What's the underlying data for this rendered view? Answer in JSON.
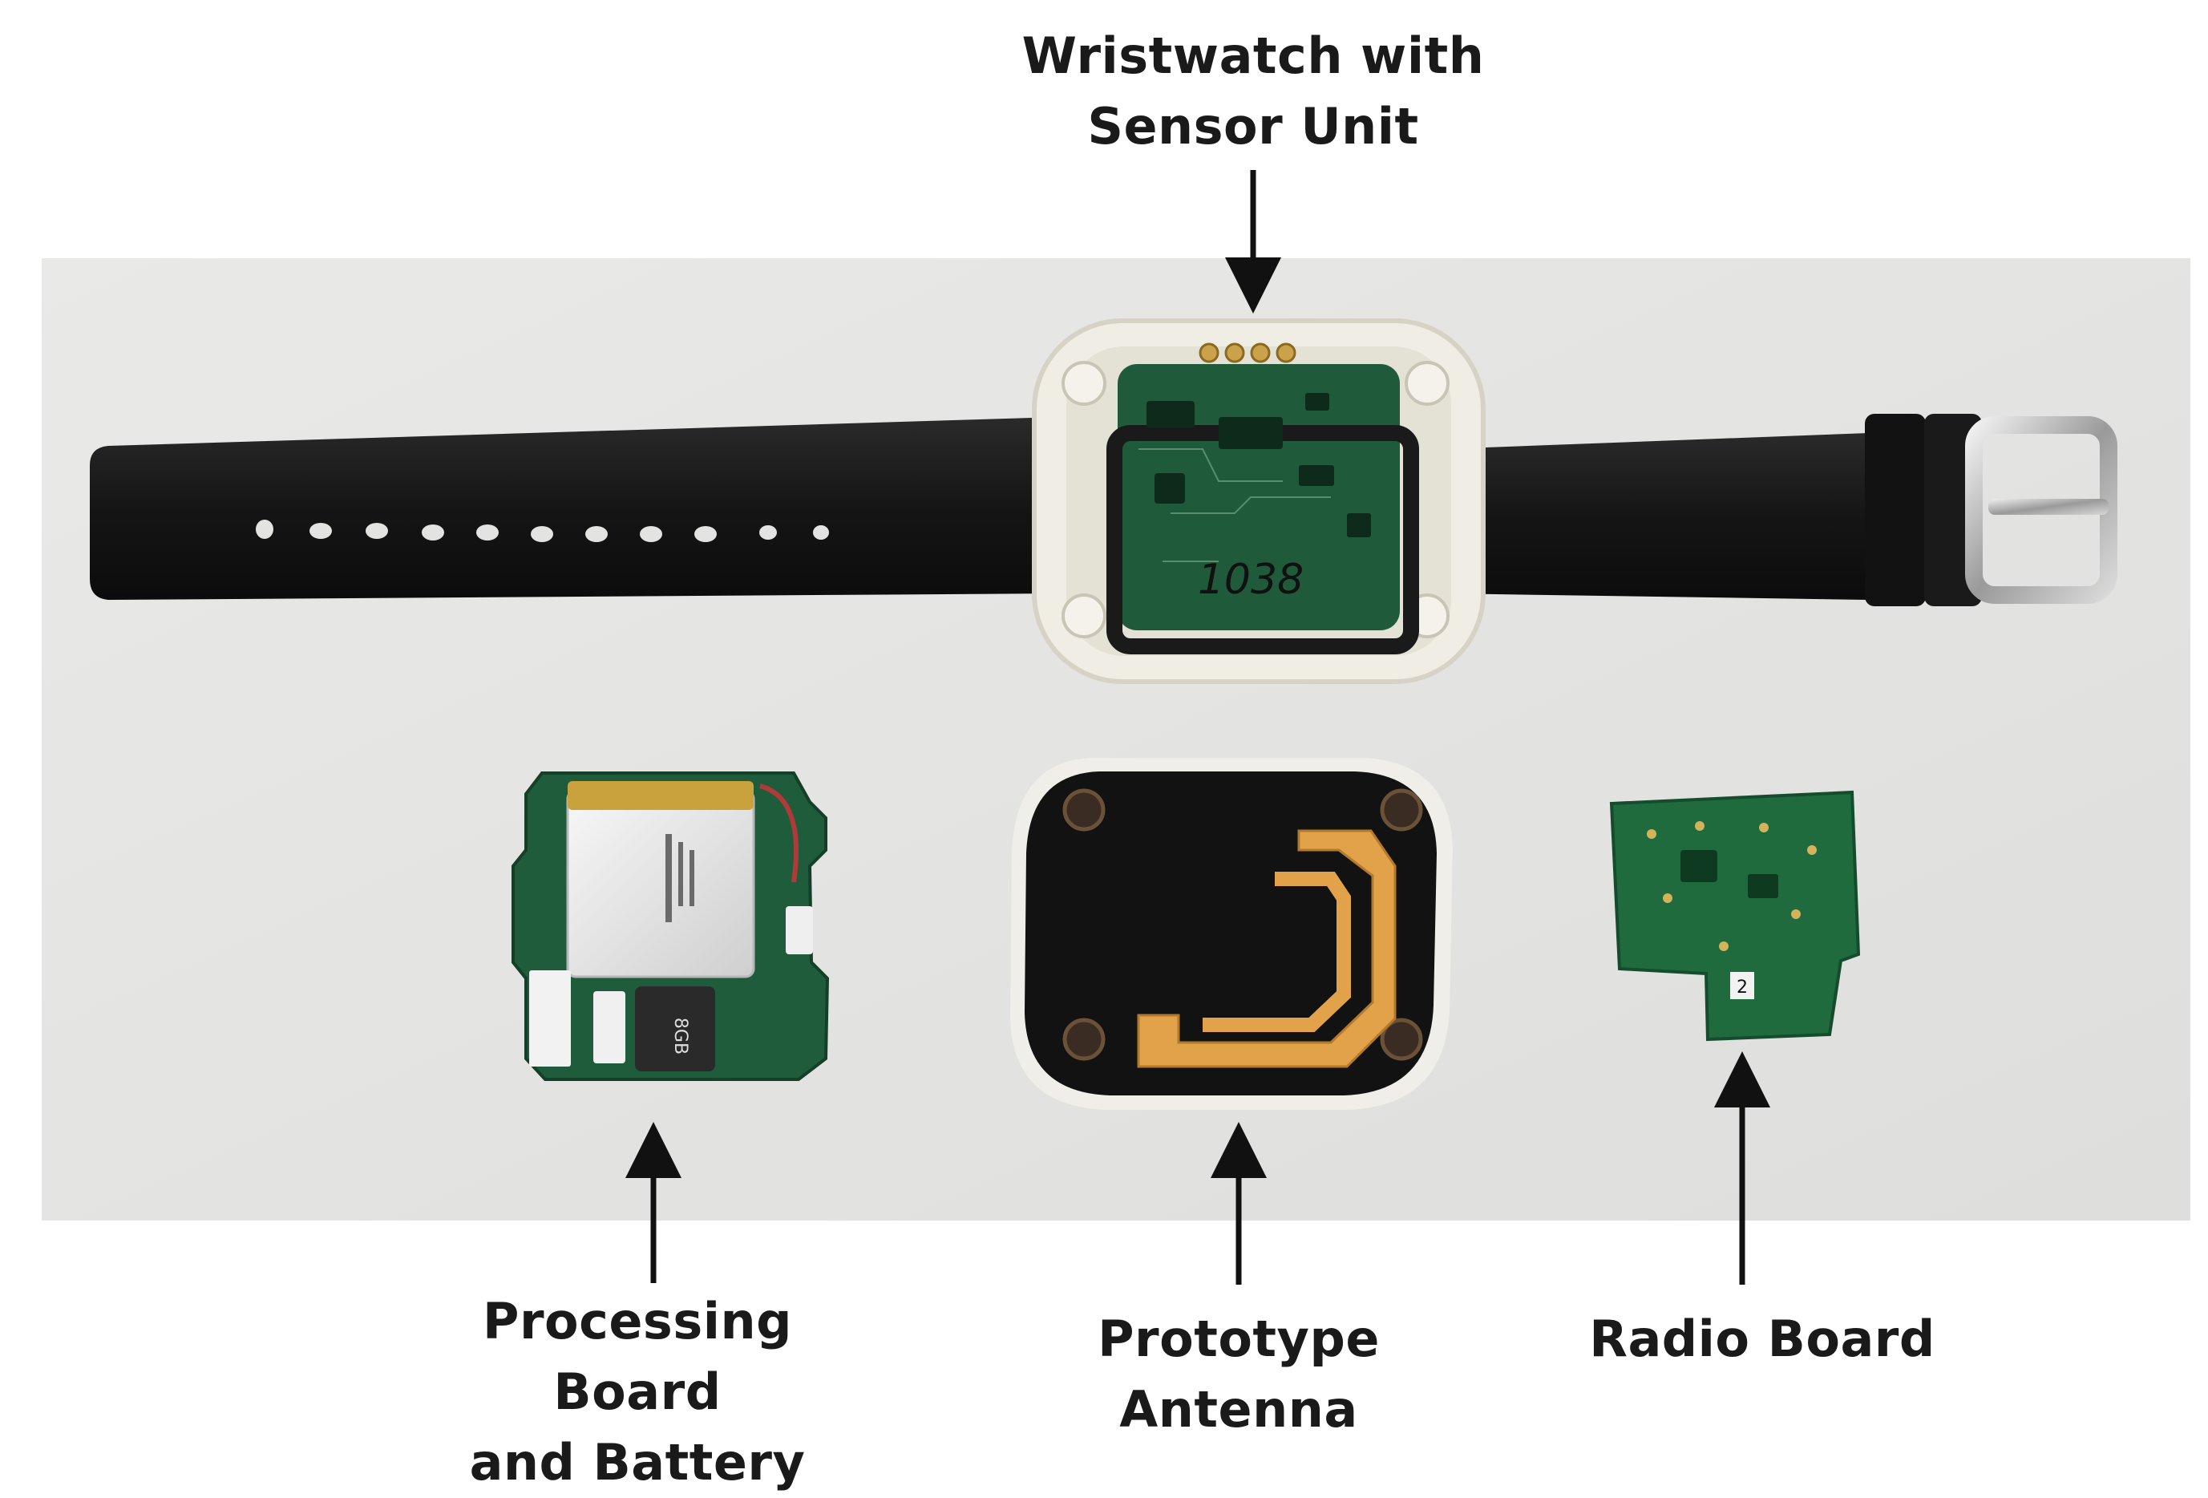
{
  "labels": {
    "wristwatch": {
      "line1": "Wristwatch with",
      "line2": "Sensor Unit"
    },
    "processing": {
      "line1": "Processing Board",
      "line2": "and Battery"
    },
    "antenna": "Prototype Antenna",
    "radio": "Radio Board"
  },
  "handwritten_marking": "1038",
  "sd_card_marking": "8GB",
  "radio_board_marking": "2",
  "colors": {
    "background": "#e7e7e5",
    "strap": "#1b1b1c",
    "case": "#efede4",
    "pcb": "#1f5b3a",
    "antenna_trace": "#e1a24a",
    "arrow": "#111111"
  }
}
